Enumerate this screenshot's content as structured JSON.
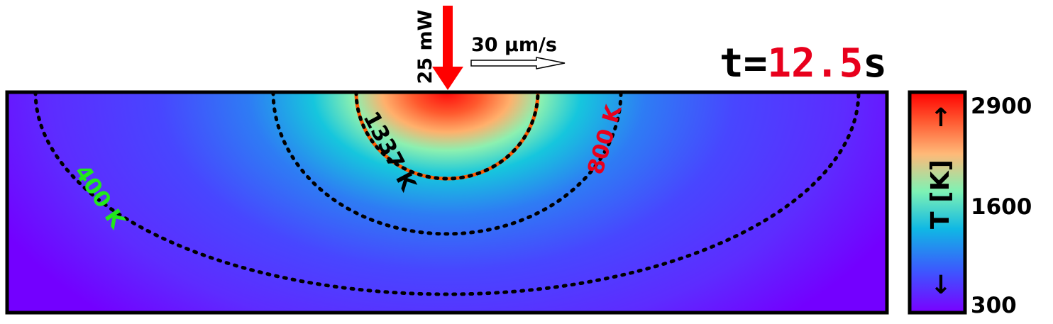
{
  "laser": {
    "power_label": "25 mW",
    "color": "#ff0000"
  },
  "scan": {
    "speed_label": "30 µm/s"
  },
  "time": {
    "prefix": "t=",
    "value": "12.5",
    "unit": "s",
    "value_color": "#e8001c"
  },
  "colorbar": {
    "label": "T [K]",
    "up_arrow": "↑",
    "down_arrow": "↓",
    "ticks": [
      "2900",
      "1600",
      "300"
    ],
    "stops": [
      "#7a00ff",
      "#3f53ff",
      "#10b8e4",
      "#7ef2b4",
      "#ffb978",
      "#ff5830",
      "#ff0000"
    ]
  },
  "isotherms": [
    {
      "label": "1337 K",
      "color": "#000000",
      "style": "dash-orange"
    },
    {
      "label": "800 K",
      "color": "#e8001c",
      "style": "dotted"
    },
    {
      "label": "400 K",
      "color": "#22e81c",
      "style": "dotted"
    }
  ]
}
